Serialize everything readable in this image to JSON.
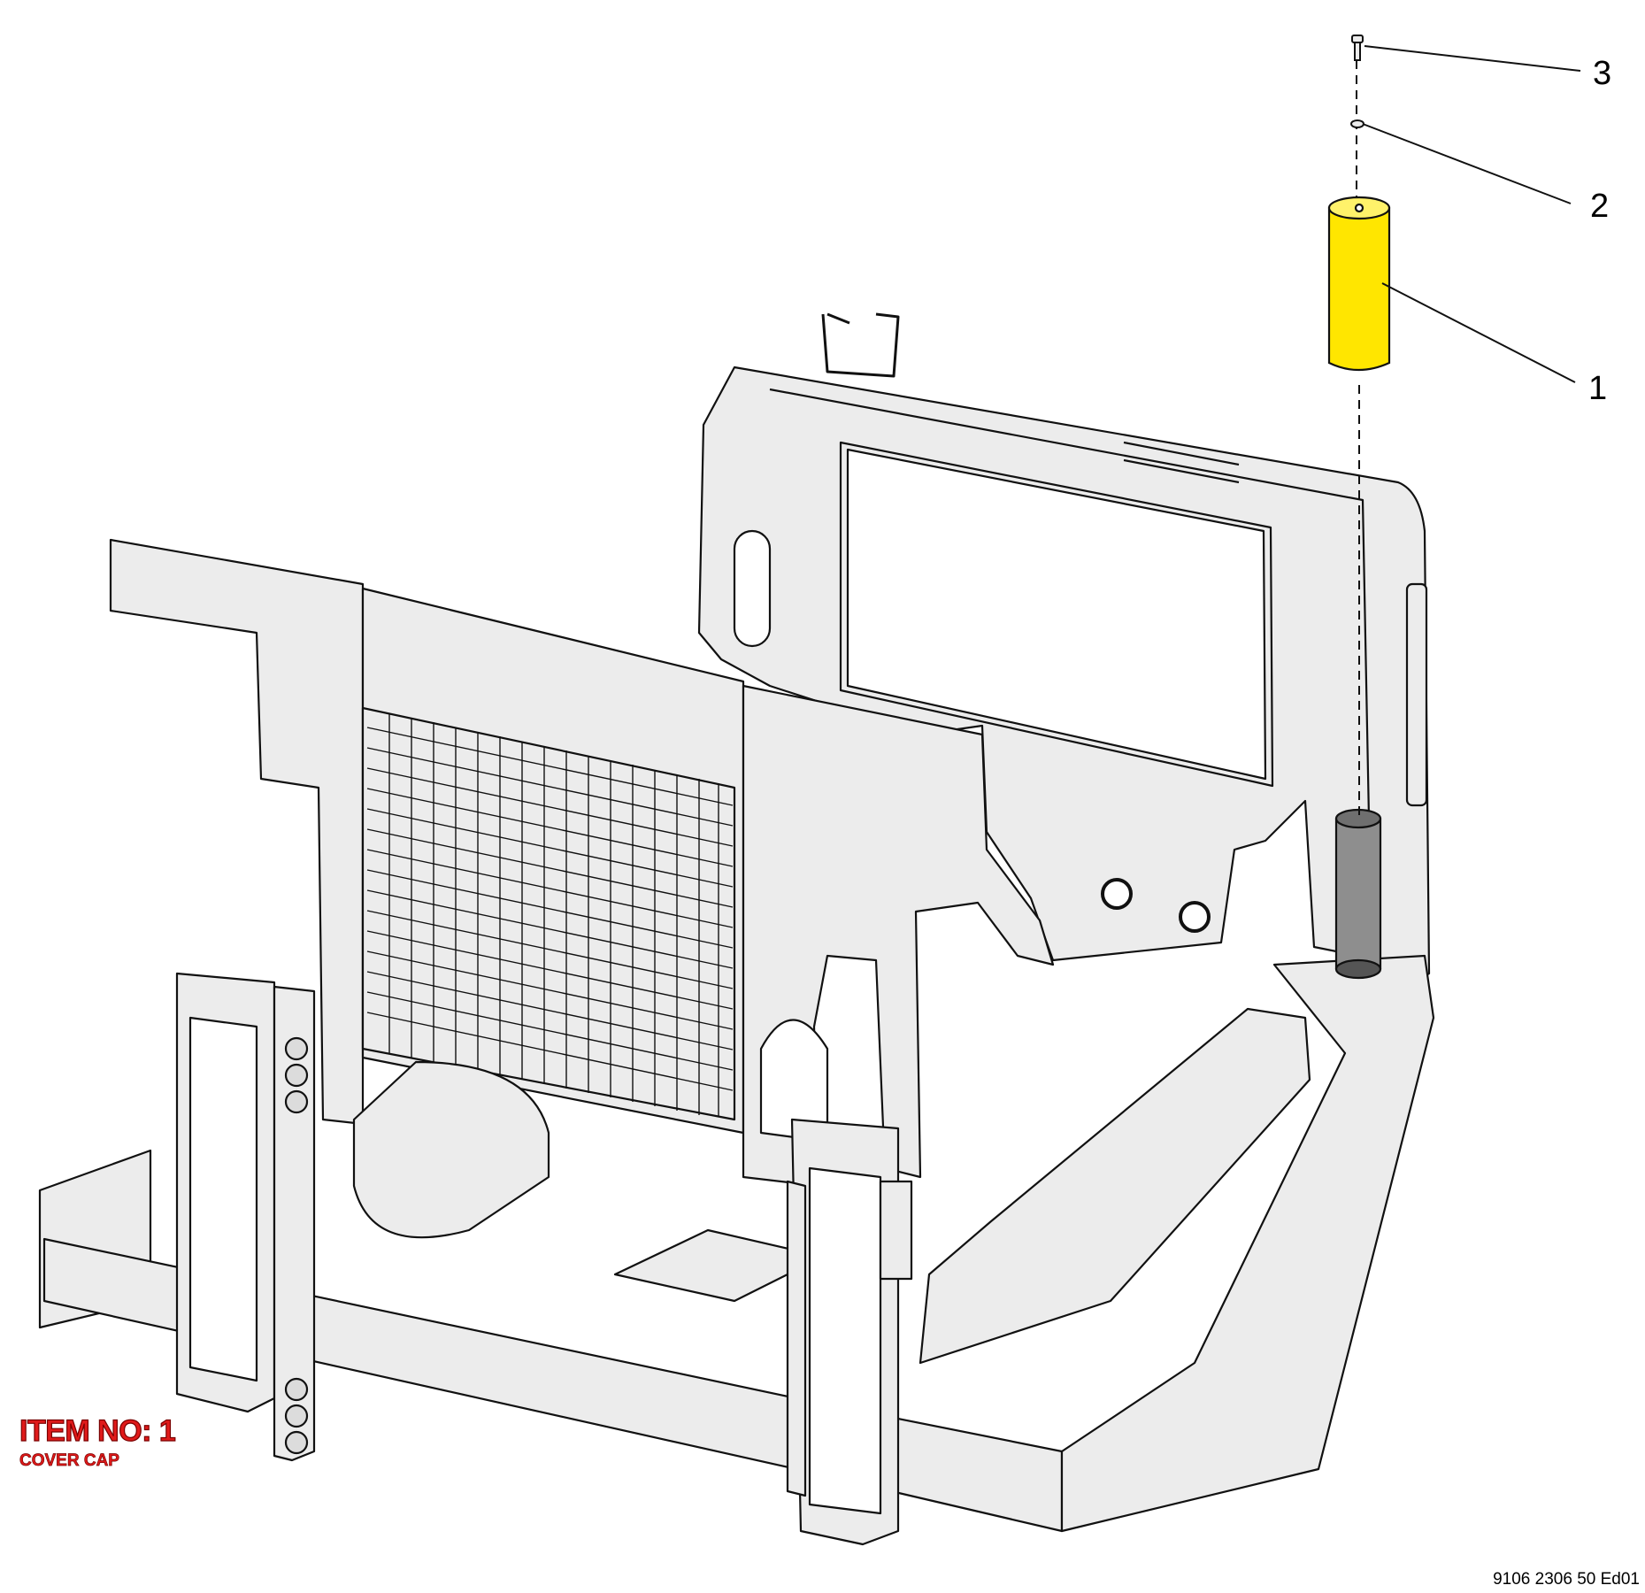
{
  "callouts": [
    {
      "number": "3",
      "part": "screw"
    },
    {
      "number": "2",
      "part": "washer"
    },
    {
      "number": "1",
      "part": "cover cap"
    }
  ],
  "item": {
    "title": "ITEM NO: 1",
    "name": "COVER CAP"
  },
  "drawing_number": "9106 2306 50 Ed01",
  "colors": {
    "highlight_part": "#ffe600",
    "frame_fill": "#ececec",
    "line": "#111111",
    "item_text": "#e01a1a"
  }
}
